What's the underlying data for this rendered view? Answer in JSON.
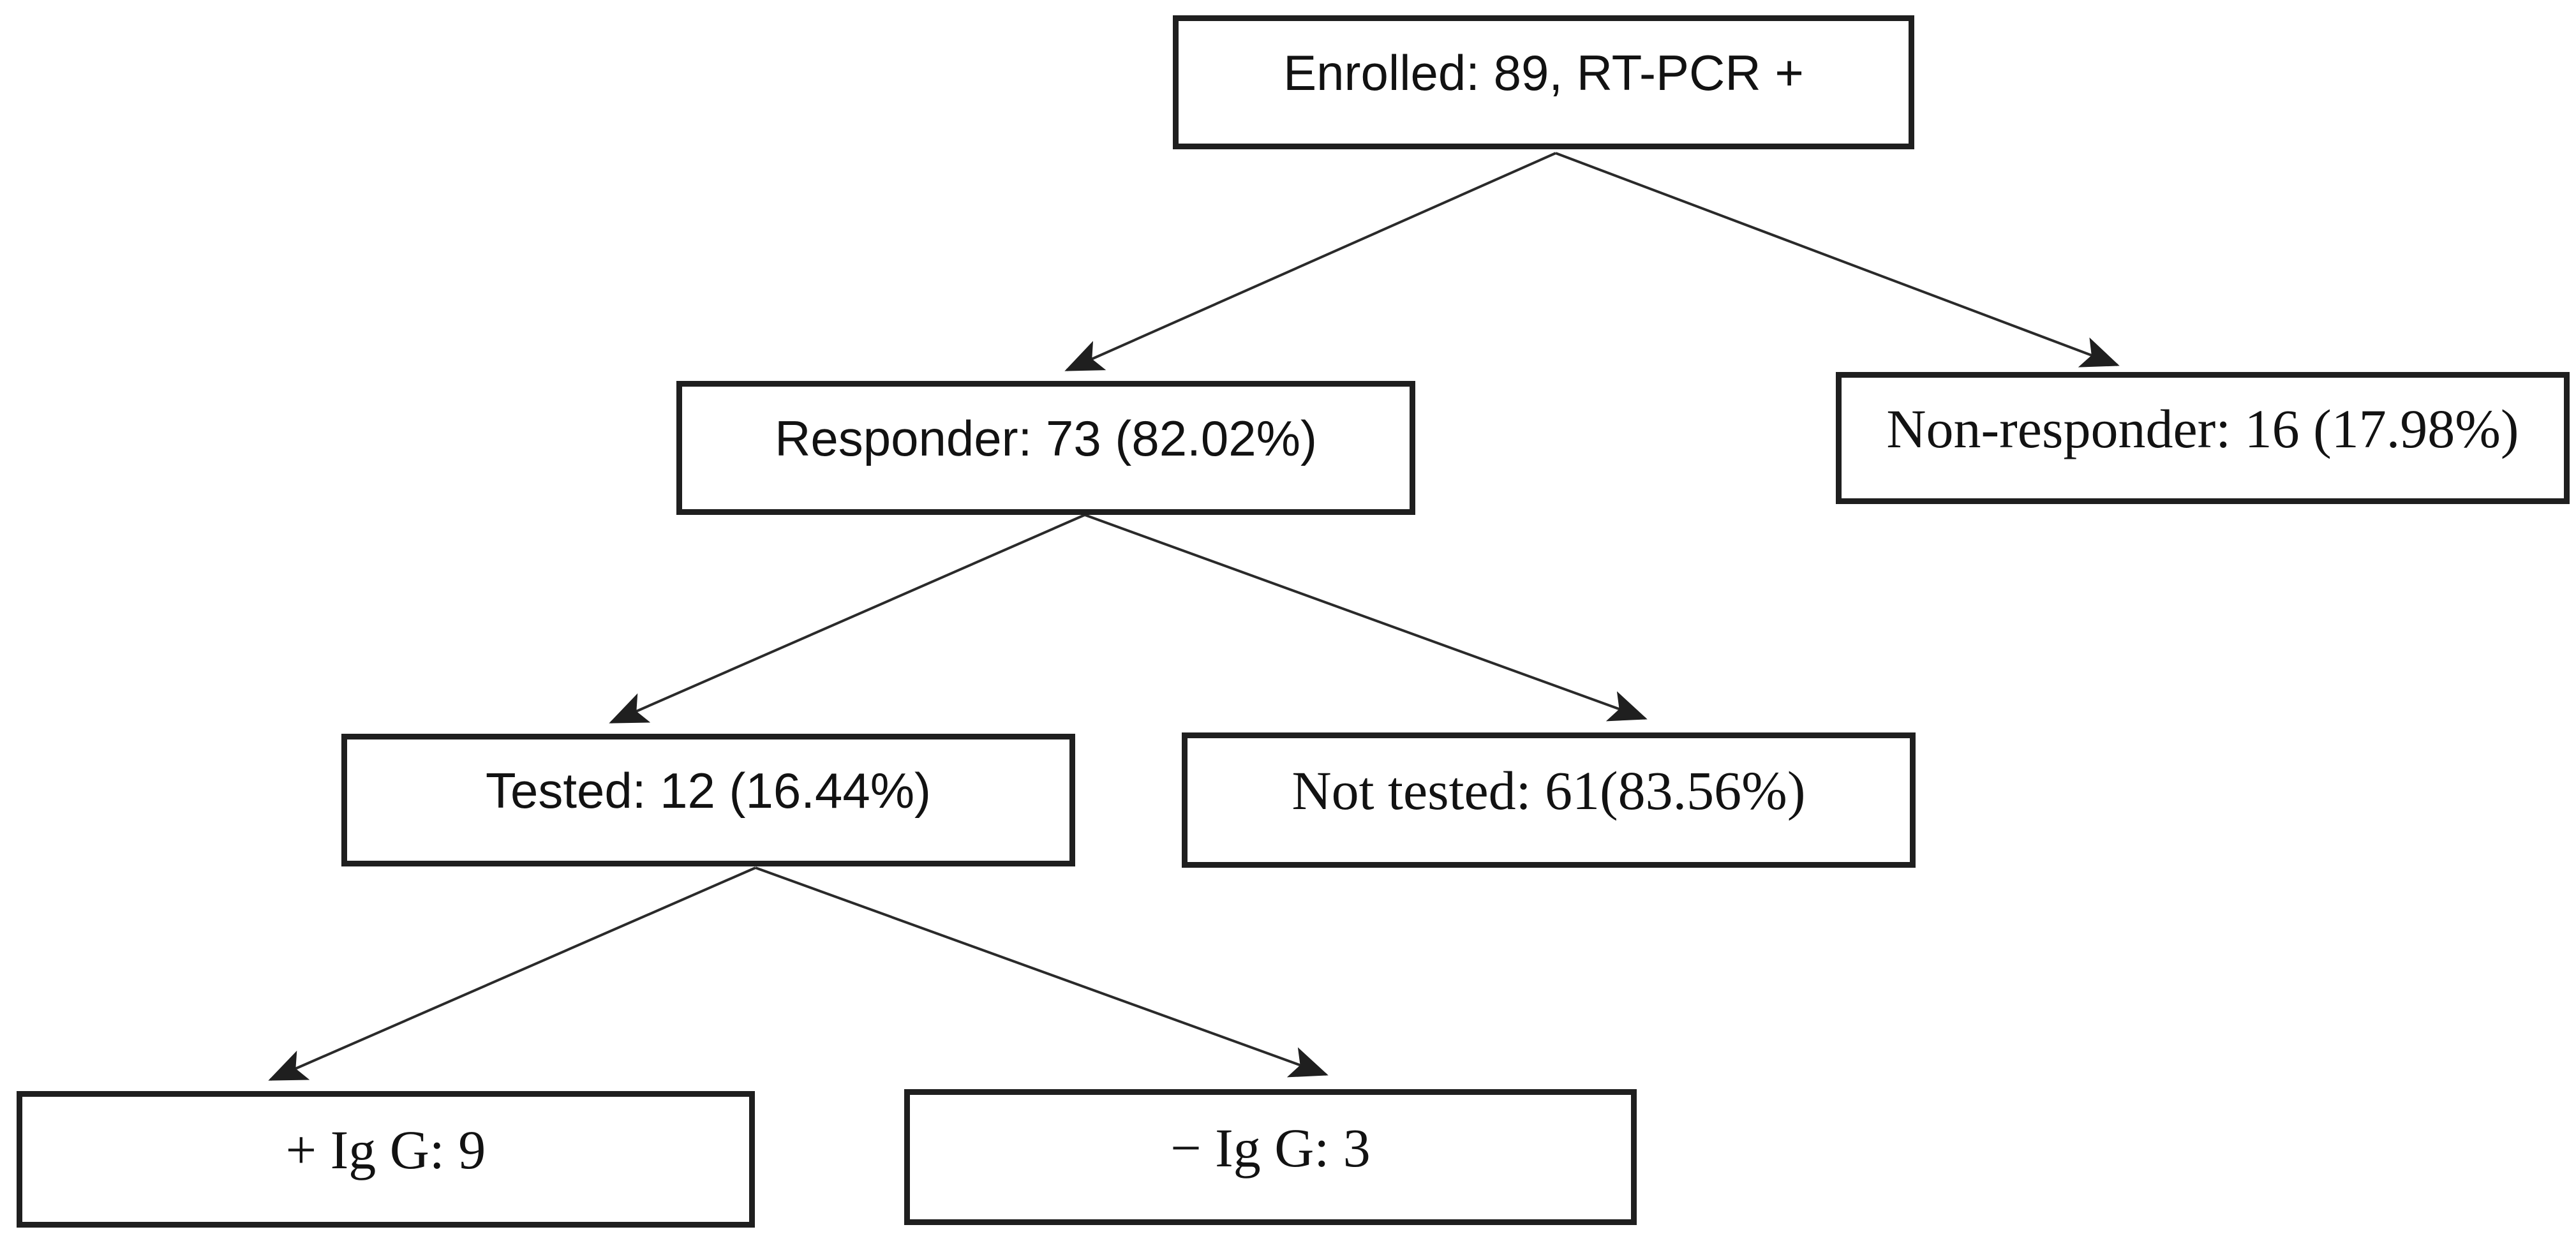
{
  "diagram": {
    "type": "flowchart-tree",
    "background_color": "#ffffff",
    "box_border_color": "#1f1f1f",
    "text_color": "#121212",
    "arrow_color": "#2a2a2a",
    "nodes": {
      "enrolled": {
        "label": "Enrolled: 89, RT-PCR +",
        "count": 89,
        "percent": null
      },
      "responder": {
        "label": "Responder: 73 (82.02%)",
        "count": 73,
        "percent": "82.02%"
      },
      "non_responder": {
        "label": "Non-responder: 16 (17.98%)",
        "count": 16,
        "percent": "17.98%"
      },
      "tested": {
        "label": "Tested: 12 (16.44%)",
        "count": 12,
        "percent": "16.44%"
      },
      "not_tested": {
        "label": "Not tested: 61(83.56%)",
        "count": 61,
        "percent": "83.56%"
      },
      "igg_positive": {
        "label": "+ Ig G: 9",
        "count": 9,
        "percent": null
      },
      "igg_negative": {
        "label": "− Ig G: 3",
        "count": 3,
        "percent": null
      }
    },
    "edges": [
      {
        "from": "enrolled",
        "to": "responder"
      },
      {
        "from": "enrolled",
        "to": "non_responder"
      },
      {
        "from": "responder",
        "to": "tested"
      },
      {
        "from": "responder",
        "to": "not_tested"
      },
      {
        "from": "tested",
        "to": "igg_positive"
      },
      {
        "from": "tested",
        "to": "igg_negative"
      }
    ]
  }
}
